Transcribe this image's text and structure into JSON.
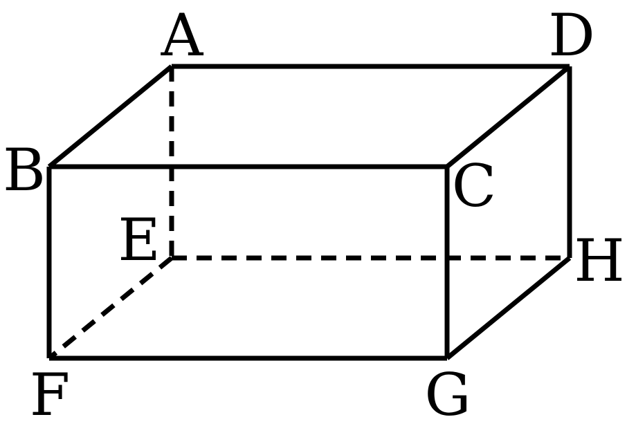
{
  "diagram": {
    "type": "rectangular-prism",
    "vertices": {
      "A": {
        "label": "A"
      },
      "B": {
        "label": "B"
      },
      "C": {
        "label": "C"
      },
      "D": {
        "label": "D"
      },
      "E": {
        "label": "E"
      },
      "F": {
        "label": "F"
      },
      "G": {
        "label": "G"
      },
      "H": {
        "label": "H"
      }
    },
    "visible_edges": [
      [
        "A",
        "D"
      ],
      [
        "A",
        "B"
      ],
      [
        "B",
        "C"
      ],
      [
        "C",
        "D"
      ],
      [
        "B",
        "F"
      ],
      [
        "F",
        "G"
      ],
      [
        "C",
        "G"
      ],
      [
        "D",
        "H"
      ],
      [
        "G",
        "H"
      ]
    ],
    "hidden_edges": [
      [
        "A",
        "E"
      ],
      [
        "E",
        "H"
      ],
      [
        "E",
        "F"
      ]
    ],
    "colors": {
      "stroke": "#000000",
      "background": "#ffffff"
    }
  }
}
